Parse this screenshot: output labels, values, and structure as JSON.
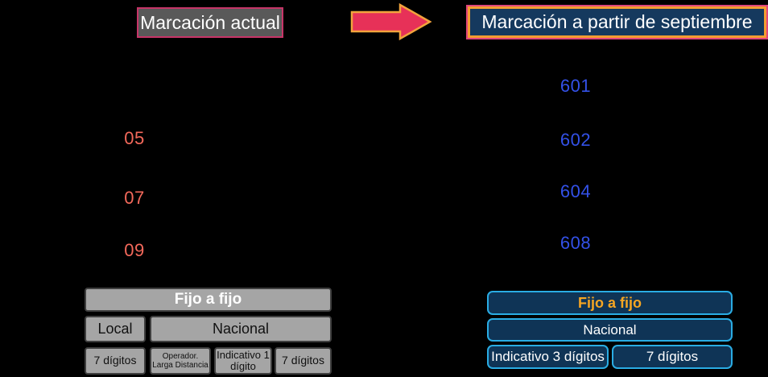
{
  "colors": {
    "bg": "#000000",
    "salmon": "#F4695B",
    "blue": "#3351E8",
    "left-title-fill": "#595959",
    "left-title-border": "#C73568",
    "right-title-fill": "#15395E",
    "right-title-border": "#F59D31",
    "right-title-outer": "#E0457B",
    "arrow-fill": "#E73158",
    "arrow-stroke": "#F2A33C",
    "gray-fill": "#A5A5A5",
    "gray-border": "#3F3F3F",
    "navy-fill": "#0F3456",
    "cyan-border": "#2AACE3",
    "amber-text": "#F7A622"
  },
  "header": {
    "left_title": "Marcación actual",
    "right_title": "Marcación a partir de septiembre"
  },
  "left_panel": {
    "codes": [
      "05",
      "07",
      "09"
    ],
    "table": {
      "fijo_a_fijo": "Fijo a fijo",
      "local": "Local",
      "nacional": "Nacional",
      "digits_local": "7 dígitos",
      "operador": "Operador.\nLarga  Distancia",
      "indicativo": "Indicativo 1\ndígito",
      "digits_nacional": "7 dígitos"
    }
  },
  "right_panel": {
    "codes": [
      "601",
      "602",
      "604",
      "608"
    ],
    "table": {
      "fijo_a_fijo": "Fijo a fijo",
      "nacional": "Nacional",
      "indicativo": "Indicativo 3 dígitos",
      "digits": "7 dígitos"
    }
  }
}
